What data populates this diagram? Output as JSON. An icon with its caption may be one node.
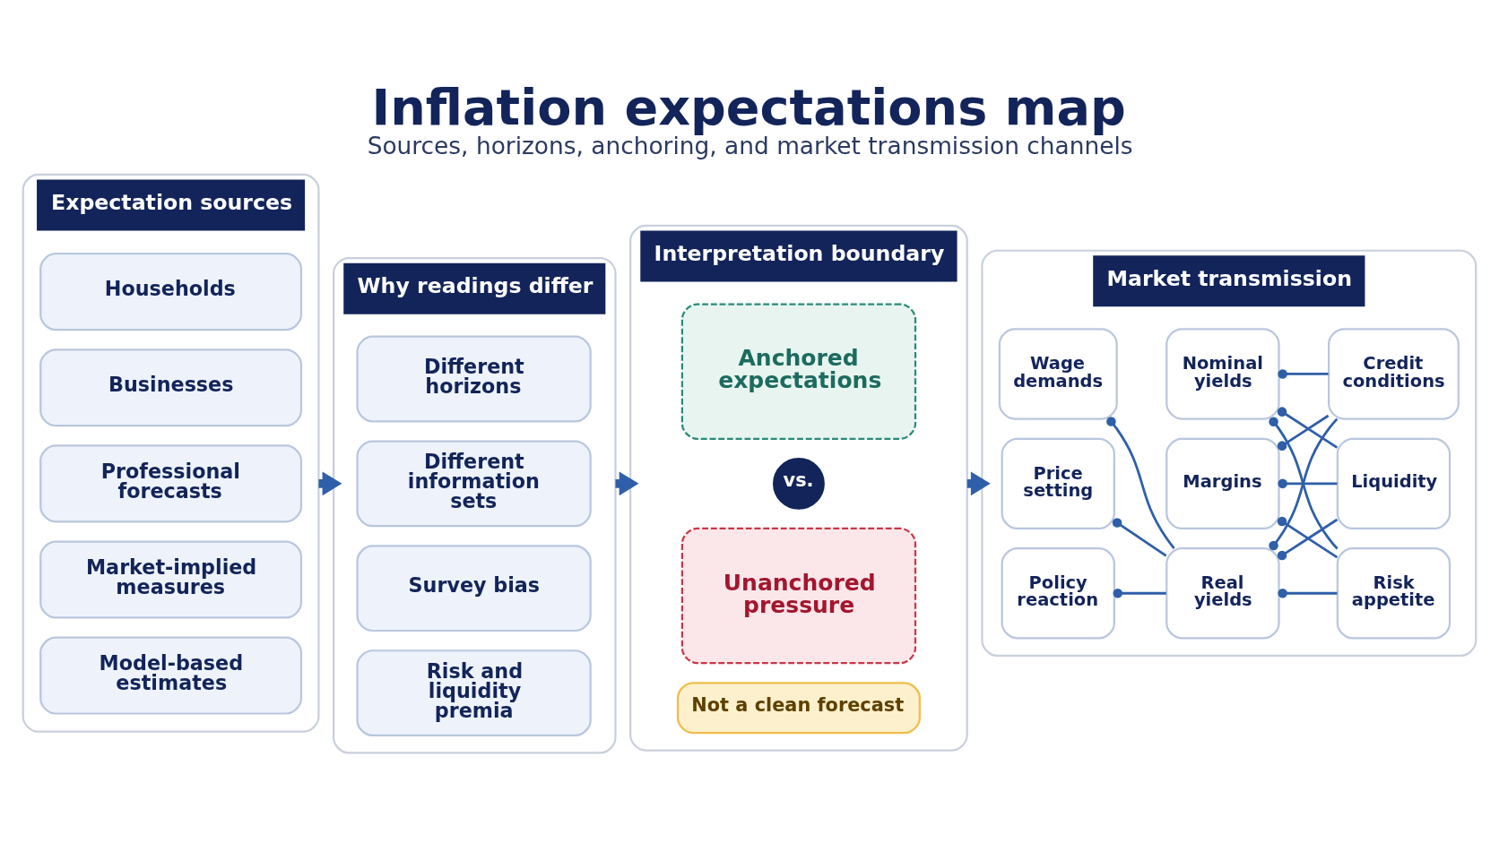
{
  "diagram": {
    "title": "Inflation expectations map",
    "caption": "Sources, horizons, anchoring, and market transmission channels",
    "nodes": [
      {
        "text": [
          "Expectation sources"
        ]
      },
      {
        "text": [
          "Households"
        ],
        "in": 0
      },
      {
        "text": [
          "Businesses"
        ],
        "in": 0
      },
      {
        "text": [
          "Professional forecasts"
        ],
        "in": 0
      },
      {
        "text": [
          "Market-implied measures"
        ],
        "in": 0
      },
      {
        "text": [
          "Model-based estimates"
        ],
        "in": 0
      },
      {
        "text": [
          "Why readings differ"
        ]
      },
      {
        "text": [
          "Different horizons"
        ],
        "in": 6
      },
      {
        "text": [
          "Different information sets"
        ],
        "in": 6
      },
      {
        "text": [
          "Survey bias"
        ],
        "in": 6
      },
      {
        "text": [
          "Risk and liquidity premia"
        ],
        "in": 6
      },
      {
        "text": [
          "Interpretation boundary"
        ]
      },
      {
        "text": [
          "Anchored expectations"
        ],
        "in": 11
      },
      {
        "text": [
          "vs."
        ],
        "in": 11
      },
      {
        "text": [
          "Unanchored pressure"
        ],
        "in": 11
      },
      {
        "text": [
          "Not a clean forecast"
        ],
        "in": 11
      },
      {
        "text": [
          "Market transmission"
        ]
      },
      {
        "text": [
          "Wage demands"
        ],
        "in": 16
      },
      {
        "text": [
          "Price setting"
        ],
        "in": 16
      },
      {
        "text": [
          "Policy reaction"
        ],
        "in": 16
      },
      {
        "text": [
          "Nominal yields"
        ],
        "in": 16
      },
      {
        "text": [
          "Real yields"
        ],
        "in": 16
      },
      {
        "text": [
          "Margins"
        ],
        "in": 16
      },
      {
        "text": [
          "Credit conditions"
        ],
        "in": 16
      },
      {
        "text": [
          "Liquidity"
        ],
        "in": 16
      },
      {
        "text": [
          "Risk appetite"
        ],
        "in": 16
      }
    ],
    "edges": [
      {
        "from": 0,
        "to": 6,
        "arrow": "to",
        "style": "thick"
      },
      {
        "from": 6,
        "to": 11,
        "arrow": "to",
        "style": "thick"
      },
      {
        "from": 11,
        "to": 16,
        "arrow": "to",
        "style": "thick"
      },
      {
        "from": 17,
        "to": 21,
        "arrow": "other"
      },
      {
        "from": 18,
        "to": 21,
        "arrow": "other"
      },
      {
        "from": 19,
        "to": 21,
        "arrow": "other"
      },
      {
        "from": 20,
        "to": 23,
        "arrow": "other"
      },
      {
        "from": 20,
        "to": 24,
        "arrow": "other"
      },
      {
        "from": 20,
        "to": 25,
        "arrow": "other"
      },
      {
        "from": 21,
        "to": 23,
        "arrow": "other"
      },
      {
        "from": 21,
        "to": 24,
        "arrow": "other"
      },
      {
        "from": 21,
        "to": 25,
        "arrow": "other"
      },
      {
        "from": 22,
        "to": 23,
        "arrow": "other"
      },
      {
        "from": 22,
        "to": 24,
        "arrow": "other"
      },
      {
        "from": 22,
        "to": 25,
        "arrow": "other"
      }
    ]
  }
}
